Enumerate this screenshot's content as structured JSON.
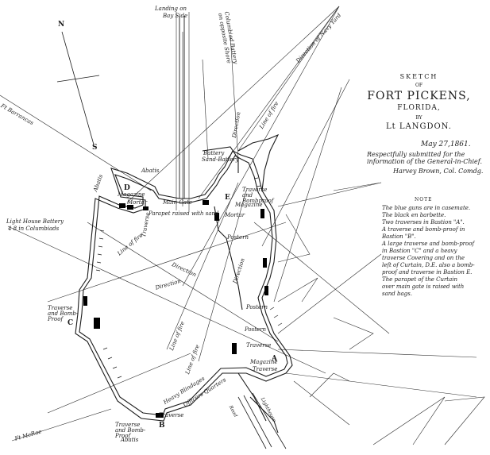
{
  "title_block": {
    "sketch": "SKETCH",
    "of1": "OF",
    "fort": "FORT PICKENS,",
    "state": "FLORIDA,",
    "by": "BY",
    "author": "Lt LANGDON.",
    "date": "May 27,1861.",
    "submitted1": "Respectfully submitted for the",
    "submitted2": "information of the General-in-Chief.",
    "signature": "Harvey Brown, Col. Comdg."
  },
  "note": {
    "heading": "NOTE",
    "lines": [
      "The blue guns are in casemate.",
      "The black en barbette.",
      "Two traverses in Bastion \"A\".",
      "A traverse and bomb-proof in",
      "Bastion \"B\".",
      "A large traverse and bomb-proof",
      "in Bastion \"C\" and a heavy",
      "traverse Covering and on the",
      "left of Curtain, D.E. also a bomb-",
      "proof and traverse in Bastion E.",
      "The parapet of the Curtain",
      "over main gate is raised with",
      "sand bags."
    ]
  },
  "labels": {
    "landing": "Landing on",
    "landing2": "Bay Side",
    "columbiad": "Columbiad Battery",
    "columbiad2": "on opposite Shore",
    "navy_yard": "Direction of Navy Yard",
    "ft_barrancas": "Ft Barrancas",
    "light_house": "Light House Battery",
    "light_house2": "4 8 in Columbiads",
    "ft_mcrae": "Ft McRae",
    "abatis_top": "Abatis",
    "abatis_left": "Abatis",
    "abatis_bottom": "Abatis",
    "main_gate": "Main Gate",
    "parapet": "Parapet raised with sand",
    "mortar_d": "Mortar",
    "mortar_e": "Mortar",
    "magazine_d": "Magazine",
    "magazine_e": "Magazine",
    "magazine_a": "Magazine",
    "traverse_d": "Traverse",
    "traverse_e": "Traverse and Bombproof",
    "traverse_c": "Traverse and Bomb-Proof",
    "traverse_b": "Traverse",
    "traverse_b2": "Traverse and Bomb-Proof",
    "traverse_a1": "Traverse",
    "traverse_a2": "Traverse",
    "postern1": "Postern",
    "postern2": "Postern",
    "postern3": "Postern",
    "heavy_blindages": "Heavy Blindages",
    "officers_quarters": "Officers Quarters",
    "line_fire1": "Line of fire",
    "line_fire2": "Line of fire",
    "line_fire3": "Line of fire",
    "direction1": "Direction",
    "direction2": "Direction",
    "direction3": "Direction",
    "direction4": "Direction",
    "battery_nw": "Battery",
    "sand_battery": "Sand-Battery",
    "bastion_a": "A",
    "bastion_b": "B",
    "bastion_c": "C",
    "bastion_d": "D",
    "bastion_e": "E",
    "compass_n": "N",
    "compass_s": "S",
    "bottom_road": "Road",
    "bottom_lighthouse": "Lighthouse"
  },
  "colors": {
    "ink": "#1b1b1b",
    "paper": "#ffffff",
    "guns": "#000000"
  }
}
